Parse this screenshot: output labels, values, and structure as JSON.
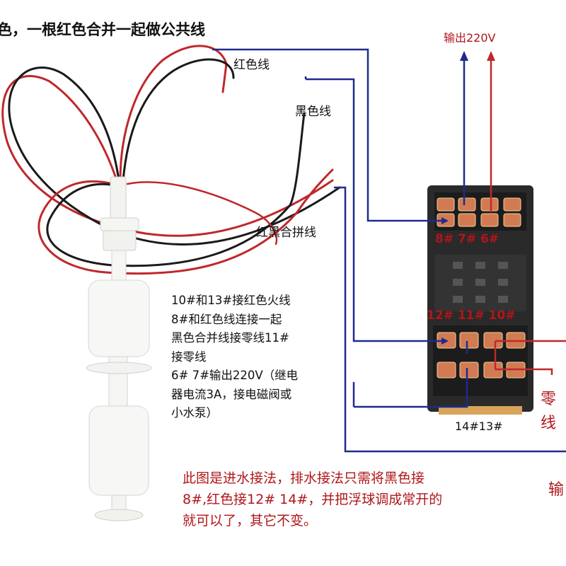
{
  "header_text": "色，一根红色合并一起做公共线",
  "wire_labels": {
    "red": "红色线",
    "black": "黑色线",
    "combined": "红黑合拼线"
  },
  "output_top_label": "输出220V",
  "relay_pins": {
    "top": "8# 7# 6#",
    "middle": "12# 11# 10#",
    "bottom": "14#13#"
  },
  "instructions": [
    "10#和13#接红色火线",
    "8#和红色线连接一起",
    "黑色合并线接零线11#",
    "接零线",
    "6# 7#输出220V（继电",
    "器电流3A，接电磁阀或",
    "小水泵）"
  ],
  "note_red": [
    "此图是进水接法，排水接法只需将黑色接",
    "8#,红色接12# 14#，并把浮球调成常开的",
    "就可以了，其它不变。"
  ],
  "zero_line_label": "零线",
  "output_side_label": "输",
  "colors": {
    "red_wire": "#c0282b",
    "black_wire": "#1a1a1a",
    "blue_wire": "#1f2a8f",
    "note_red": "#b0161a",
    "relay_body": "#222222"
  }
}
